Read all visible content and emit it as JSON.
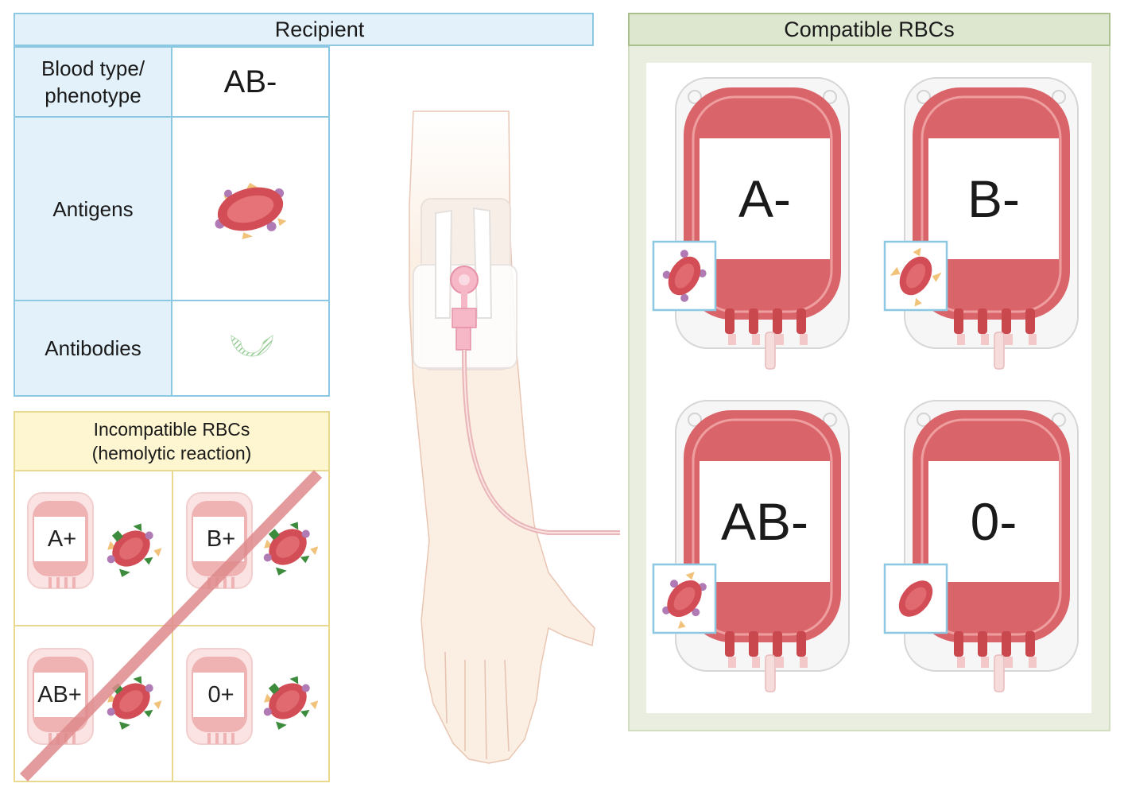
{
  "recipient": {
    "header": "Recipient",
    "rows": [
      {
        "label": "Blood type/\nphenotype",
        "value": "AB-"
      },
      {
        "label": "Antigens",
        "value_icon": "rbc-with-a-and-b-antigens-icon"
      },
      {
        "label": "Antibodies",
        "value_icon": "anti-rh-antibody-icon"
      }
    ]
  },
  "compatible": {
    "header": "Compatible RBCs",
    "bags": [
      {
        "label": "A-",
        "cell_icon": "rbc-a-antigen-icon"
      },
      {
        "label": "B-",
        "cell_icon": "rbc-b-antigen-icon"
      },
      {
        "label": "AB-",
        "cell_icon": "rbc-ab-antigen-icon"
      },
      {
        "label": "0-",
        "cell_icon": "rbc-no-antigen-icon"
      }
    ]
  },
  "incompatible": {
    "header_line1": "Incompatible RBCs",
    "header_line2": "(hemolytic reaction)",
    "bags": [
      {
        "label": "A+"
      },
      {
        "label": "B+"
      },
      {
        "label": "AB+"
      },
      {
        "label": "0+"
      }
    ]
  },
  "colors": {
    "recipient_fill": "#e3f1fa",
    "recipient_border": "#8cc8e2",
    "compatible_fill": "#dde6cf",
    "incompatible_fill": "#fdf6d0",
    "blood_red": "#d45a5e",
    "skin": "#fbeee2"
  }
}
